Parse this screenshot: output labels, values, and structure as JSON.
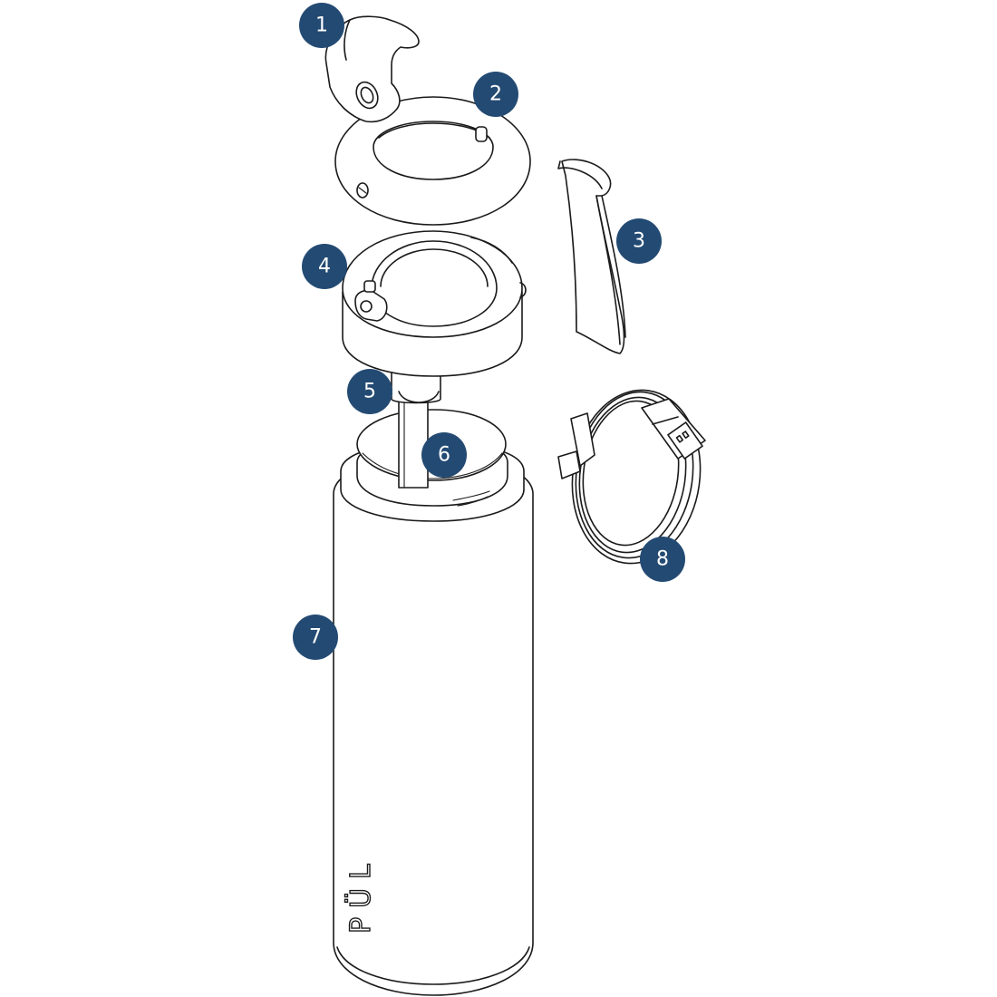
{
  "callouts": [
    {
      "number": "1"
    },
    {
      "number": "2"
    },
    {
      "number": "3"
    },
    {
      "number": "4"
    },
    {
      "number": "5"
    },
    {
      "number": "6"
    },
    {
      "number": "7"
    },
    {
      "number": "8"
    }
  ],
  "bottle": {
    "brand_text": "PÜL"
  },
  "colors": {
    "callout_fill": "#234a73",
    "callout_text": "#ffffff",
    "line": "#1a1a1a",
    "background": "#ffffff"
  }
}
